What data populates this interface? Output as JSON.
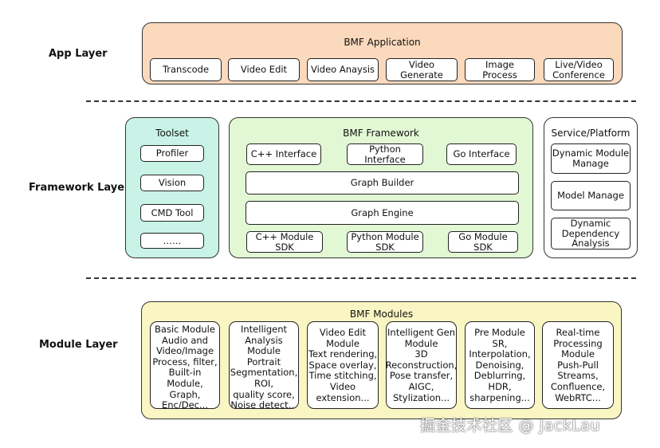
{
  "layers": {
    "app": "App Layer",
    "framework": "Framework Layer",
    "module": "Module Layer"
  },
  "app": {
    "title": "BMF Application",
    "items": [
      "Transcode",
      "Video Edit",
      "Video Anaysis",
      "Video Generate",
      "Image Process",
      "Live/Video\nConference"
    ]
  },
  "toolset": {
    "title": "Toolset",
    "items": [
      "Profiler",
      "Vision",
      "CMD Tool",
      "……"
    ]
  },
  "framework": {
    "title": "BMF Framework",
    "interfaces": [
      "C++ Interface",
      "Python Interface",
      "Go Interface"
    ],
    "graph_builder": "Graph Builder",
    "graph_engine": "Graph Engine",
    "sdks": [
      "C++ Module SDK",
      "Python Module\nSDK",
      "Go Module\nSDK"
    ]
  },
  "service": {
    "title": "Service/Platform",
    "items": [
      "Dynamic Module\nManage",
      "Model Manage",
      "Dynamic\nDependency\nAnalysis"
    ]
  },
  "modules": {
    "title": "BMF Modules",
    "items": [
      [
        "Basic Module",
        "Audio and",
        "Video/Image",
        "Process, filter,",
        "Built-in",
        "Module,",
        "Graph,",
        "Enc/Dec..."
      ],
      [
        "Intelligent",
        "Analysis",
        "Module",
        "Portrait",
        "Segmentation,",
        "ROI,",
        "quality score,",
        "Noise detect..."
      ],
      [
        "Video Edit",
        "Module",
        "Text rendering,",
        "Space overlay,",
        "Time stitching,",
        "Video",
        "extension..."
      ],
      [
        "Intelligent Gen",
        "Module",
        "3D",
        "Reconstruction,",
        "Pose transfer,",
        "AIGC,",
        "Stylization..."
      ],
      [
        "Pre Module",
        "SR,",
        "Interpolation,",
        "Denoising,",
        "Deblurring,",
        "HDR,",
        "sharpening..."
      ],
      [
        "Real-time",
        "Processing",
        "Module",
        "Push-Pull",
        "Streams,",
        "Confluence,",
        "WebRTC..."
      ]
    ]
  },
  "watermark": "掘金技术社区 @ JackLau",
  "colors": {
    "app_fill": "#fbd9bd",
    "toolset_fill": "#c8f3e6",
    "framework_fill": "#e2f8d4",
    "module_fill": "#faf6c4",
    "service_fill": "#ffffff"
  }
}
